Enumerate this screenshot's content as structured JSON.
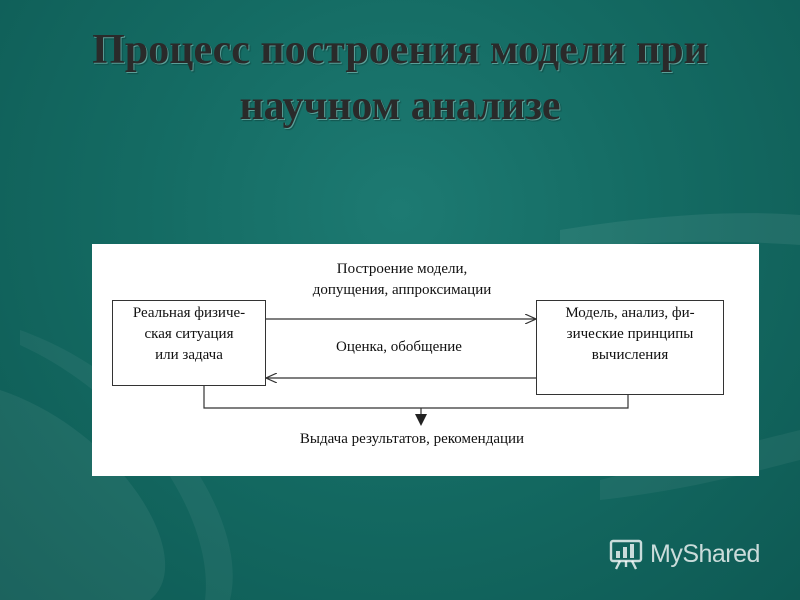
{
  "slide": {
    "title_line1": "Процесс построения модели при",
    "title_line2": "научном анализе"
  },
  "diagram": {
    "left_box": [
      "Реальная физиче-",
      "ская ситуация",
      "или задача"
    ],
    "right_box": [
      "Модель, анализ, фи-",
      "зические принципы",
      "вычисления"
    ],
    "forward_label": [
      "Построение модели,",
      "допущения, аппроксимации"
    ],
    "backward_label": "Оценка, обобщение",
    "output_label": "Выдача результатов, рекомендации"
  },
  "watermark": {
    "text": "MyShared"
  },
  "colors": {
    "background": "#146b63",
    "title": "#2a2a2a",
    "panel": "#ffffff",
    "line": "#333333"
  }
}
